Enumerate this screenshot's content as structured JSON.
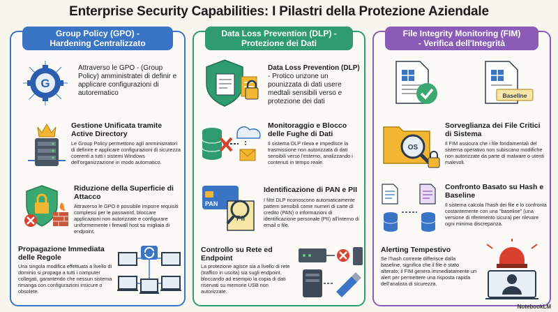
{
  "title": "Enterprise Security Capabilities: I Pilastri della Protezione Aziendale",
  "footer": "NotebookLM",
  "gpo": {
    "header_line1": "Group Policy (GPO) -",
    "header_line2": "Hardening Centralizzato",
    "intro": "Attraverso le GPO - (Group Policy) amministratei di definir e applicare configurazioni di autorematico",
    "s1_title": "Gestione Unificata tramite Active Directory",
    "s1_text": "Le Group Policy permettono agli amministratori di definire e applicare configurazioni di sicurezza coerenti a tutti i sistemi Windows dell'organizzazione in modo automatico.",
    "s2_title": "Riduzione della Superficie di Attacco",
    "s2_text": "Attraverso le GPO è possibile imporre requisiti complessi per le password, bloccare applicazioni non autorizzate e configurare uniformemente i firewall host su migliaia di endpoint.",
    "s3_title": "Propagazione Immediata delle Regole",
    "s3_text": "Una singola modifica effettuata a livello di dominio si propaga a tutti i computer collegati, garantendo che nessun sistema rimanga con configurazioni insicure o obsolete."
  },
  "dlp": {
    "header_line1": "Data Loss Prevention (DLP) -",
    "header_line2": "Protezione dei Dati",
    "intro_bold": "Data Loss Prevention (DLP)",
    "intro_rest": " - Protico unzone un pounizzata di dati usere medtali sensibili verso e protezione dei dati",
    "s1_title": "Monitoraggio e Blocco delle Fughe di Dati",
    "s1_text": "Il sistema DLP rileva e impedisce la trasmissione non autorizzata di dati sensibili verso l'esterno, analizzando i contenuti in tempo reale.",
    "s2_title": "Identificazione di PAN e PII",
    "s2_text": "I filtri DLP riconoscono automaticamente pattern sensibili come numeri di carte di credito (PAN) o informazioni di identificazione personale (PII) all'interno di email o file.",
    "s3_title": "Controllo su Rete ed Endpoint",
    "s3_text": "La protezione agisce sia a livello di rete (traffico in uscita) sia sugli endpoint, bloccando ad esempio la copia di dati riservati su memorie USB non autorizzate.",
    "pan_label": "PAN",
    "pii_label": "PII"
  },
  "fim": {
    "header_line1": "File Integrity Monitoring (FIM)",
    "header_line2": "- Verifica dell'Integrità",
    "baseline_label": "Baseline",
    "os_label": "OS",
    "s1_title": "Sorveglianza dei File Critici di Sistema",
    "s1_text": "Il FIM assicura che i file fondamentali del sistema operativo non subiscano modifiche non autorizzate da parte di malware o utenti malevoli.",
    "s2_title": "Confronto Basato su Hash e Baseline",
    "s2_text": "Il sistema calcola l'hash dei file e lo confronta costantemente con una \"baseline\" (una versione di riferimento sicura) per rilevare ogni minima discrepanza.",
    "s3_title": "Alerting Tempestivo",
    "s3_text": "Se l'hash corrente differisce dalla baseline, significa che il file è stato alterato; il FIM genera immediatamente un alert per permettere una risposta rapida dell'analista di sicurezza."
  },
  "colors": {
    "gpo": "#3a74c4",
    "dlp": "#2f9b70",
    "fim": "#8a5cb8",
    "alert": "#d9412e",
    "shield_green": "#3aa870"
  }
}
